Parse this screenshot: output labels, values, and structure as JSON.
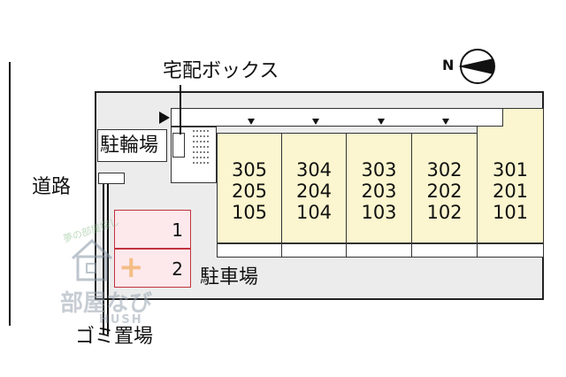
{
  "labels": {
    "road": "道路",
    "bicycle_parking": "駐輪場",
    "delivery_box": "宅配ボックス",
    "parking": "駐車場",
    "garbage": "ゴミ置場"
  },
  "compass": {
    "north_letter": "N"
  },
  "units": [
    {
      "numbers": [
        "305",
        "205",
        "105"
      ]
    },
    {
      "numbers": [
        "304",
        "204",
        "104"
      ]
    },
    {
      "numbers": [
        "303",
        "203",
        "103"
      ]
    },
    {
      "numbers": [
        "302",
        "202",
        "102"
      ]
    },
    {
      "numbers": [
        "301",
        "201",
        "101"
      ]
    }
  ],
  "parking_spaces": [
    {
      "number": "1"
    },
    {
      "number": "2"
    }
  ],
  "watermark": {
    "small": "夢の部屋探し",
    "large": "部屋なび",
    "sub": "HUSH",
    "plus": "+"
  },
  "colors": {
    "unit_fill": "#fbf6cf",
    "parking_fill": "#fde8ec",
    "parking_border": "#c2323c",
    "lot_fill": "#ececec"
  }
}
